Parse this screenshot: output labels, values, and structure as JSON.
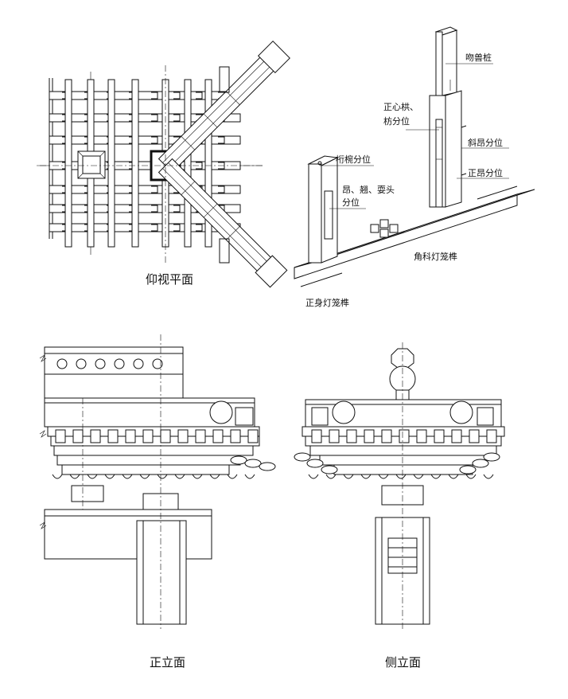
{
  "captions": {
    "plan_view": "仰视平面",
    "front_elevation": "正立面",
    "side_elevation": "侧立面"
  },
  "labels": {
    "wenshou_post": "吻兽桩",
    "zhengxin_gong": "正心栱、",
    "fang_fenwei": "枋分位",
    "xieang_fenwei": "斜昂分位",
    "zhengang_fenwei": "正昂分位",
    "hengwan_fenwei": "桁椀分位",
    "ang_line1": "昂、翘、耍头",
    "ang_line2": "分位",
    "corner_lantern_post": "角科灯笼榫",
    "body_lantern_post": "正身灯笼榫"
  }
}
